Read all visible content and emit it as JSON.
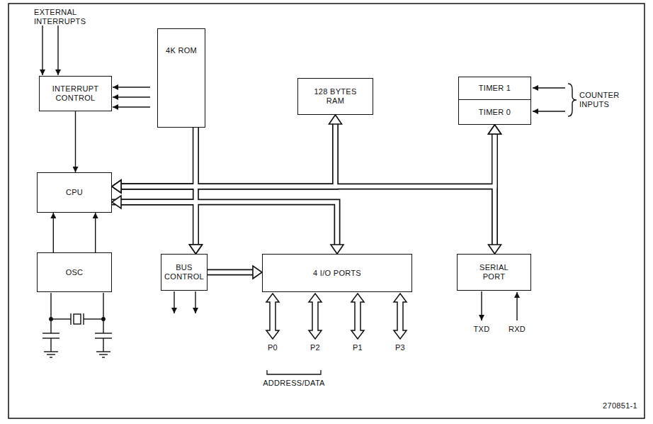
{
  "diagram": {
    "nodes": [
      {
        "text": [
          "INTERRUPT CONTROL"
        ]
      },
      {
        "text": [
          "4K ROM"
        ]
      },
      {
        "text": [
          "128 BYTES RAM"
        ]
      },
      {
        "text": [
          "TIMER 1"
        ]
      },
      {
        "text": [
          "TIMER 0"
        ]
      },
      {
        "text": [
          "CPU"
        ]
      },
      {
        "text": [
          "OSC"
        ]
      },
      {
        "text": [
          "BUS CONTROL"
        ]
      },
      {
        "text": [
          "4 I/O PORTS"
        ]
      },
      {
        "text": [
          "SERIAL PORT"
        ]
      }
    ],
    "edges": [
      {
        "from": 0,
        "to": 5,
        "arrow": "to"
      },
      {
        "from": 1,
        "to": 5,
        "arrow": "to"
      },
      {
        "from": 2,
        "to": 5,
        "arrow": "both"
      },
      {
        "from": 4,
        "to": 5,
        "arrow": "both"
      },
      {
        "from": 4,
        "to": 9,
        "arrow": "both"
      },
      {
        "from": 5,
        "to": 7,
        "arrow": "to"
      },
      {
        "from": 5,
        "to": 8,
        "arrow": "both"
      },
      {
        "from": 1,
        "to": 7,
        "arrow": "to"
      },
      {
        "from": 7,
        "to": 8,
        "arrow": "to"
      },
      {
        "from": 6,
        "to": 5,
        "arrow": "to"
      },
      {
        "from": 6,
        "to": 5,
        "arrow": "to"
      }
    ],
    "labels": [
      "EXTERNAL INTERRUPTS",
      "COUNTER INPUTS",
      "P0",
      "P2",
      "P1",
      "P3",
      "ADDRESS/DATA",
      "TXD",
      "RXD",
      "270851-1"
    ]
  }
}
